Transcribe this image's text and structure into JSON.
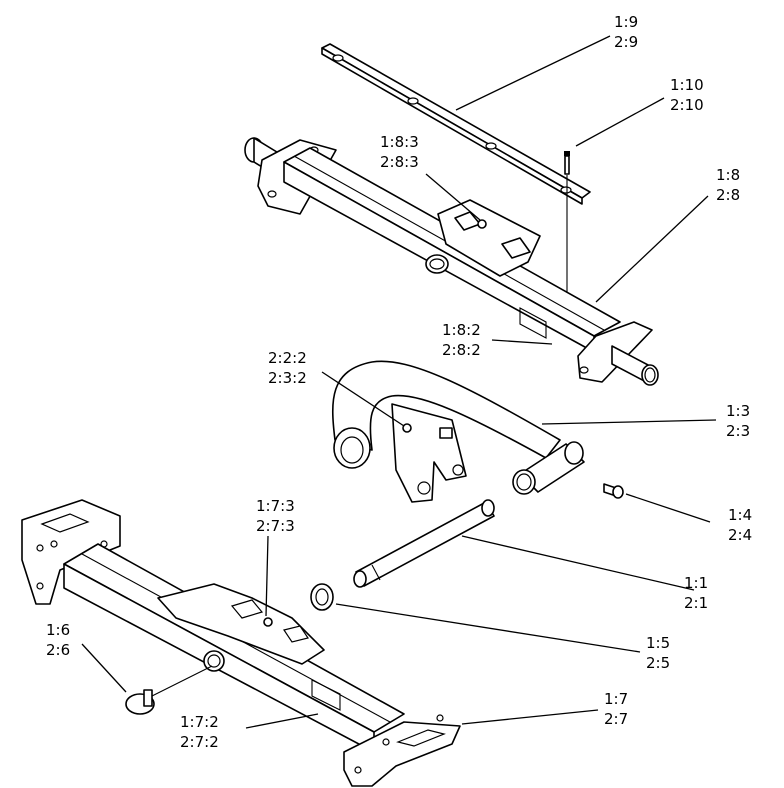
{
  "callouts": [
    {
      "id": "c-1-9",
      "line1": "1:9",
      "line2": "2:9"
    },
    {
      "id": "c-1-10",
      "line1": "1:10",
      "line2": "2:10"
    },
    {
      "id": "c-1-8-3",
      "line1": "1:8:3",
      "line2": "2:8:3"
    },
    {
      "id": "c-1-8",
      "line1": "1:8",
      "line2": "2:8"
    },
    {
      "id": "c-1-8-2",
      "line1": "1:8:2",
      "line2": "2:8:2"
    },
    {
      "id": "c-2-2-2",
      "line1": "2:2:2",
      "line2": "2:3:2"
    },
    {
      "id": "c-1-3",
      "line1": "1:3",
      "line2": "2:3"
    },
    {
      "id": "c-1-4",
      "line1": "1:4",
      "line2": "2:4"
    },
    {
      "id": "c-1-7-3",
      "line1": "1:7:3",
      "line2": "2:7:3"
    },
    {
      "id": "c-1-1",
      "line1": "1:1",
      "line2": "2:1"
    },
    {
      "id": "c-1-6",
      "line1": "1:6",
      "line2": "2:6"
    },
    {
      "id": "c-1-5",
      "line1": "1:5",
      "line2": "2:5"
    },
    {
      "id": "c-1-7-2",
      "line1": "1:7:2",
      "line2": "2:7:2"
    },
    {
      "id": "c-1-7",
      "line1": "1:7",
      "line2": "2:7"
    }
  ]
}
